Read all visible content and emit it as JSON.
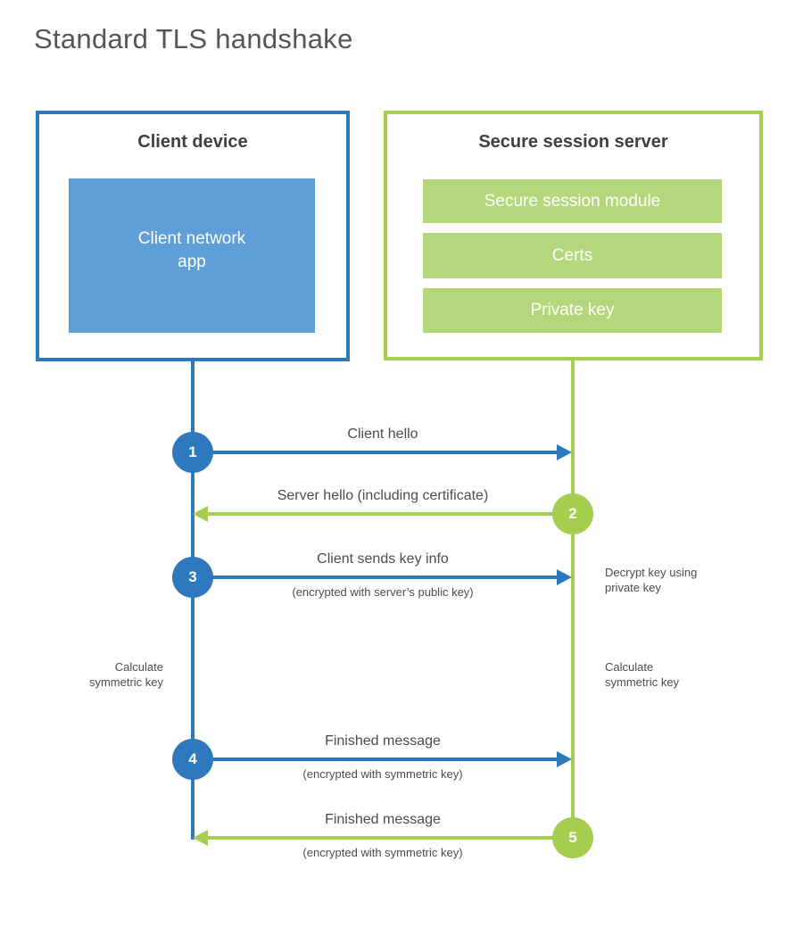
{
  "title": "Standard TLS handshake",
  "colors": {
    "client_accent": "#2e78be",
    "client_module_fill": "#5f9ed6",
    "server_accent": "#a5cd4e",
    "server_module_fill": "#b5d77b",
    "text_dark": "#3e3f42",
    "text_label": "#4b4c4e"
  },
  "client": {
    "heading": "Client device",
    "module": "Client network\napp"
  },
  "server": {
    "heading": "Secure session server",
    "modules": [
      "Secure session module",
      "Certs",
      "Private key"
    ]
  },
  "steps": [
    {
      "num": "1",
      "direction": "right",
      "label": "Client hello",
      "sub": ""
    },
    {
      "num": "2",
      "direction": "left",
      "label": "Server hello (including certificate)",
      "sub": ""
    },
    {
      "num": "3",
      "direction": "right",
      "label": "Client sends key info",
      "sub": "(encrypted with server’s public key)"
    },
    {
      "num": "4",
      "direction": "right",
      "label": "Finished message",
      "sub": "(encrypted with symmetric key)"
    },
    {
      "num": "5",
      "direction": "left",
      "label": "Finished message",
      "sub": "(encrypted with symmetric key)"
    }
  ],
  "notes": {
    "decrypt": "Decrypt key using\nprivate key",
    "calc_left": "Calculate\nsymmetric key",
    "calc_right": "Calculate\nsymmetric key"
  }
}
